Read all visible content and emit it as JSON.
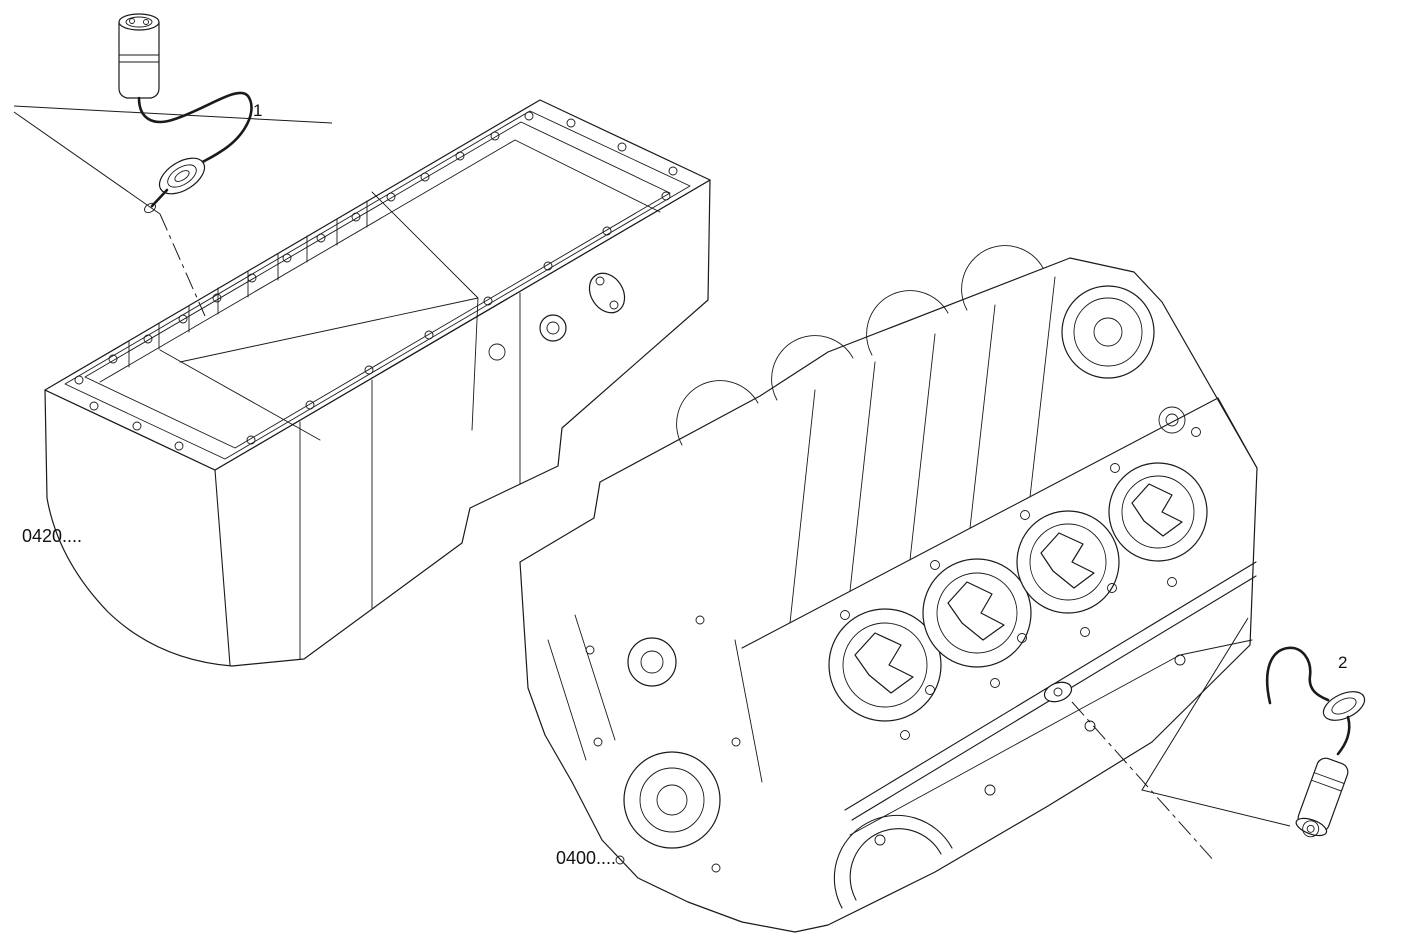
{
  "labels": {
    "callout_1": "1",
    "callout_2": "2",
    "code_oil_pan": "0420....",
    "code_engine_block": "0400...."
  },
  "colors": {
    "background": "#ffffff",
    "line": "#1a1a1a",
    "text": "#111111"
  }
}
